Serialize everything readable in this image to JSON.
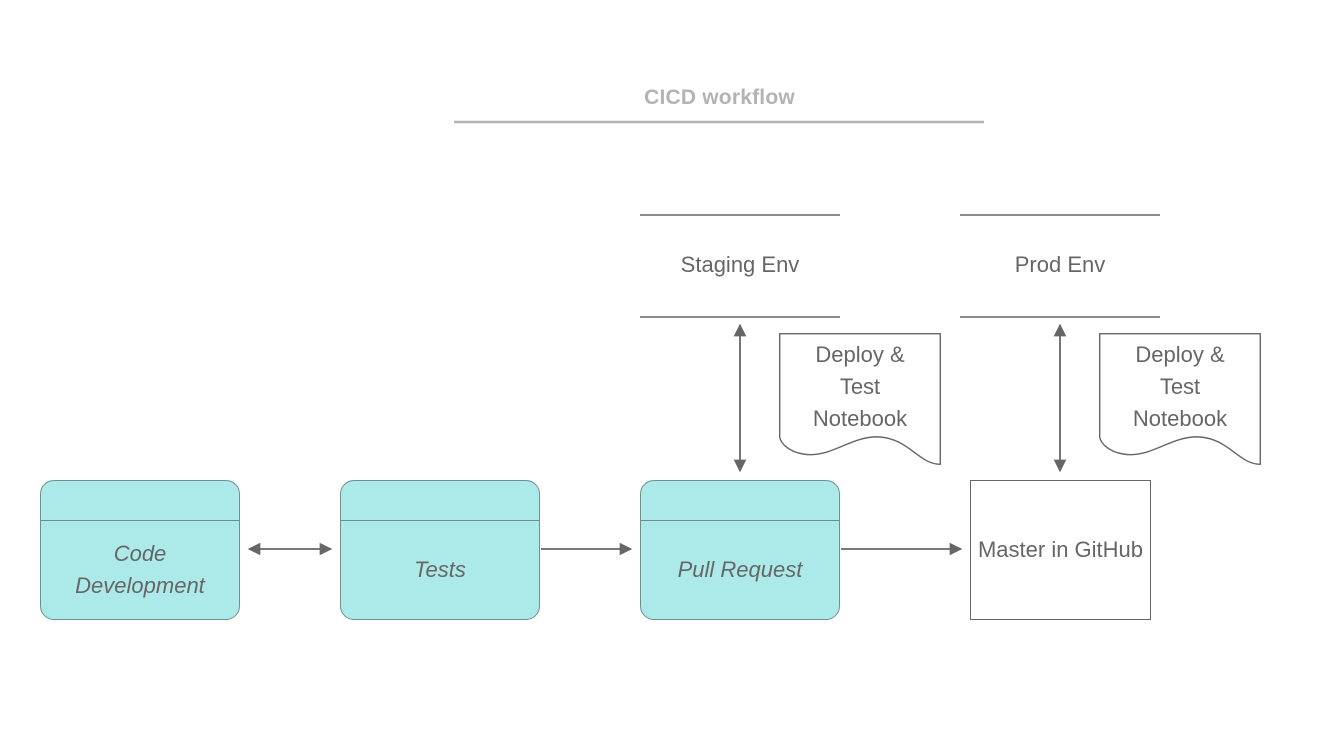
{
  "diagram": {
    "title": "CICD workflow",
    "title_color": "#b3b3b3",
    "background_color": "#ffffff",
    "stroke_color": "#666666",
    "process_fill_color": "#ace9e9",
    "process_stroke_color": "#6f8f8f",
    "text_color": "#666666"
  },
  "environments": [
    {
      "id": "staging",
      "label": "Staging Env"
    },
    {
      "id": "prod",
      "label": "Prod Env"
    }
  ],
  "nodes": [
    {
      "id": "code-development",
      "label": "Code Development",
      "shape": "rounded-process",
      "fill": "#ace9e9",
      "italic": true
    },
    {
      "id": "tests",
      "label": "Tests",
      "shape": "rounded-process",
      "fill": "#ace9e9",
      "italic": true
    },
    {
      "id": "pull-request",
      "label": "Pull Request",
      "shape": "rounded-process",
      "fill": "#ace9e9",
      "italic": true
    },
    {
      "id": "master-in-github",
      "label": "Master in GitHub",
      "shape": "rectangle",
      "fill": "#ffffff",
      "italic": false
    }
  ],
  "documents": [
    {
      "id": "staging-notebook",
      "label": "Deploy & Test Notebook",
      "line1": "Deploy &",
      "line2": "Test",
      "line3": "Notebook"
    },
    {
      "id": "prod-notebook",
      "label": "Deploy & Test Notebook",
      "line1": "Deploy &",
      "line2": "Test",
      "line3": "Notebook"
    }
  ],
  "connectors": [
    {
      "id": "code-development-to-tests",
      "from": "code-development",
      "to": "tests",
      "direction": "bidirectional",
      "orientation": "horizontal"
    },
    {
      "id": "tests-to-pull-request",
      "from": "tests",
      "to": "pull-request",
      "direction": "forward",
      "orientation": "horizontal"
    },
    {
      "id": "pull-request-to-master",
      "from": "pull-request",
      "to": "master-in-github",
      "direction": "forward",
      "orientation": "horizontal"
    },
    {
      "id": "pull-request-to-staging-env",
      "from": "pull-request",
      "to": "staging",
      "direction": "bidirectional",
      "orientation": "vertical"
    },
    {
      "id": "master-to-prod-env",
      "from": "master-in-github",
      "to": "prod",
      "direction": "bidirectional",
      "orientation": "vertical"
    }
  ]
}
